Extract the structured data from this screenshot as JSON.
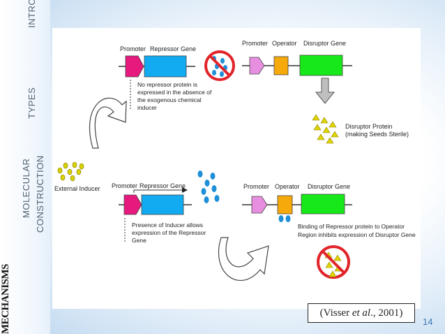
{
  "sidebar": {
    "introduction": "INTRODUCTION",
    "types": "TYPES",
    "molecular": "MOLECULAR",
    "construction": "CONSTRUCTION",
    "mechanisms": "MECHANISMS"
  },
  "diagram": {
    "top_promoter": "Promoter",
    "top_repressor_gene": "Repressor Gene",
    "top_no_repressor_text": [
      "No repressor protein is",
      "expressed in the absence of",
      "the exogenous chemical",
      "inducer"
    ],
    "top_right_promoter": "Promoter",
    "top_right_operator": "Operator",
    "top_right_disruptor_gene": "Disruptor Gene",
    "disruptor_protein_label": [
      "Disruptor Protein",
      "(making Seeds Sterile)"
    ],
    "external_inducer_label": "External Inducer",
    "bottom_promoter": "Promoter",
    "bottom_repressor_gene": "Repressor Gene",
    "bottom_presence_text": [
      "Presence of Inducer allows",
      "expression of the Repressor",
      "Gene"
    ],
    "bottom_right_promoter": "Promoter",
    "bottom_right_operator": "Operator",
    "bottom_right_disruptor_gene": "Disruptor Gene",
    "binding_text": [
      "Binding of Repressor protein to Operator",
      "Region inhibits expression of Disruptor Gene"
    ],
    "colors": {
      "promoter_magenta": "#e6197d",
      "promoter_pink": "#e88ee0",
      "repressor_blue": "#12aaf0",
      "operator_orange": "#f6a90a",
      "disruptor_green": "#17e81a",
      "protein_blue": "#1e8fd8",
      "inducer_yellow": "#d9d100",
      "prohibit_red": "#e1242a"
    }
  },
  "citation": {
    "open": "(Visser ",
    "etal": "et al",
    "close": "., 2001)"
  },
  "page_number": "14"
}
